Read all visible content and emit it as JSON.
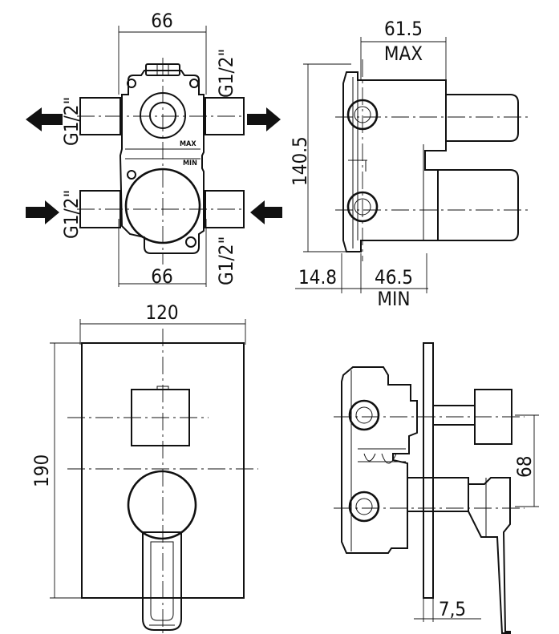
{
  "dimensions": {
    "top_width": "66",
    "bottom_width": "66",
    "thread_out_left": "G1/2\"",
    "thread_out_right": "G1/2\"",
    "thread_in_left": "G1/2\"",
    "thread_in_right": "G1/2\"",
    "side_max_value": "61.5",
    "side_max_label": "MAX",
    "side_height": "140.5",
    "side_wall": "14.8",
    "side_min_value": "46.5",
    "side_min_label": "MIN",
    "plate_width": "120",
    "plate_height": "190",
    "handle_axis_offset": "68",
    "plate_thickness": "7,5"
  },
  "body_markings": {
    "max": "MAX",
    "min": "MIN"
  }
}
